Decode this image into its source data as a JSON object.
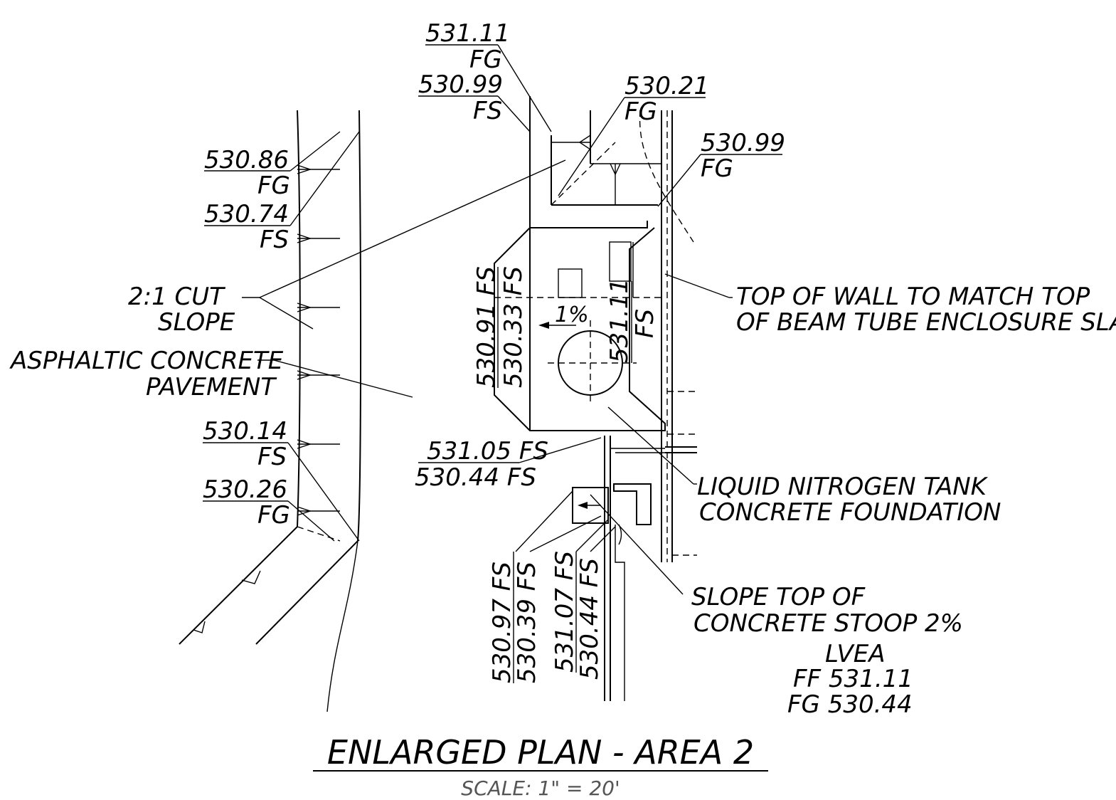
{
  "title": "ENLARGED PLAN - AREA 2",
  "scale": "SCALE: 1\" = 20'",
  "labels": {
    "top_fg_elev": "531.11",
    "top_fg": "FG",
    "top_fs_elev": "530.99",
    "top_fs": "FS",
    "mid_fg_elev": "530.21",
    "mid_fg": "FG",
    "right_fg_elev": "530.99",
    "right_fg": "FG",
    "left1_elev": "530.86",
    "left1_code": "FG",
    "left2_elev": "530.74",
    "left2_code": "FS",
    "cut_slope_1": "2:1 CUT",
    "cut_slope_2": "SLOPE",
    "asphalt_1": "ASPHALTIC CONCRETE",
    "asphalt_2": "PAVEMENT",
    "left3_elev": "530.14",
    "left3_code": "FS",
    "left4_elev": "530.26",
    "left4_code": "FG",
    "pad_v1": "530.91 FS",
    "pad_v2": "530.33 FS",
    "pad_v3": "531.11",
    "pad_v3_code": "FS",
    "slope_pct": "1%",
    "pad_bottom_1": "531.05 FS",
    "pad_bottom_2": "530.44 FS",
    "wall_note_1": "TOP OF WALL TO MATCH TOP",
    "wall_note_2": "OF BEAM TUBE ENCLOSURE SLAB",
    "ln2_1": "LIQUID NITROGEN TANK",
    "ln2_2": "CONCRETE FOUNDATION",
    "stoop_v1": "530.97 FS",
    "stoop_v2": "530.39 FS",
    "stoop_v3": "531.07 FS",
    "stoop_v4": "530.44 FS",
    "stoop_note_1": "SLOPE TOP OF",
    "stoop_note_2": "CONCRETE STOOP 2%",
    "lvea_1": "LVEA",
    "lvea_2": "FF 531.11",
    "lvea_3": "FG 530.44"
  }
}
